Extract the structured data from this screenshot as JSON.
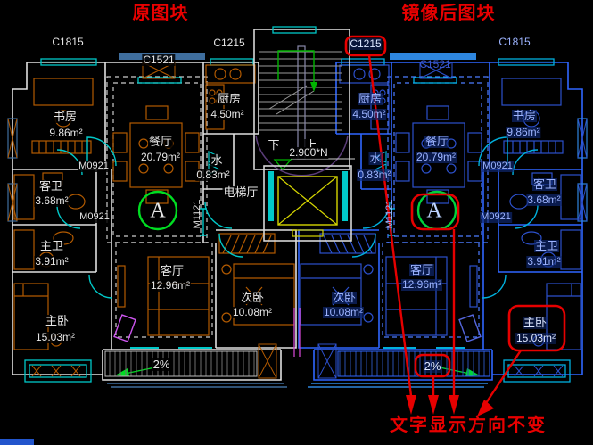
{
  "titles": {
    "orig": "原图块",
    "mirr": "镜像后图块"
  },
  "core": {
    "down": "下",
    "up": "上",
    "elev": "2.900*N",
    "hall": "电梯厅"
  },
  "left": {
    "c1815": "C1815",
    "c1521": "C1521",
    "c1215": "C1215",
    "m0921a": "M0921",
    "m0921b": "M0921",
    "m1121": "M1121",
    "mark": "A",
    "slope": "2%",
    "study_n": "书房",
    "study_a": "9.86m²",
    "dining_n": "餐厅",
    "dining_a": "20.79m²",
    "kitchen_n": "厨房",
    "kitchen_a": "4.50m²",
    "water_n": "水",
    "water_a": "0.83m²",
    "guest_n": "客卫",
    "guest_a": "3.68m²",
    "mbath_n": "主卫",
    "mbath_a": "3.91m²",
    "mbed_n": "主卧",
    "mbed_a": "15.03m²",
    "living_n": "客厅",
    "living_a": "12.96m²",
    "second_n": "次卧",
    "second_a": "10.08m²"
  },
  "right": {
    "c1815": "C1815",
    "c1521": "C1521",
    "c1215": "C1215",
    "m0921a": "M0921",
    "m0921b": "M0921",
    "m1121": "M1121",
    "mark": "A",
    "slope": "2%",
    "study_n": "书房",
    "study_a": "9.86m²",
    "dining_n": "餐厅",
    "dining_a": "20.79m²",
    "kitchen_n": "厨房",
    "kitchen_a": "4.50m²",
    "water_n": "水",
    "water_a": "0.83m²",
    "guest_n": "客卫",
    "guest_a": "3.68m²",
    "mbath_n": "主卫",
    "mbath_a": "3.91m²",
    "mbed_n": "主卧",
    "mbed_a": "15.03m²",
    "living_n": "客厅",
    "living_a": "12.96m²",
    "second_n": "次卧",
    "second_a": "10.08m²"
  },
  "note": "文字显示方向不变",
  "colors": {
    "annotation_red": "#e60000",
    "selection_blue": "#2f66ff",
    "mark_green": "#00dd22",
    "door_cyan": "#00c8c8"
  }
}
